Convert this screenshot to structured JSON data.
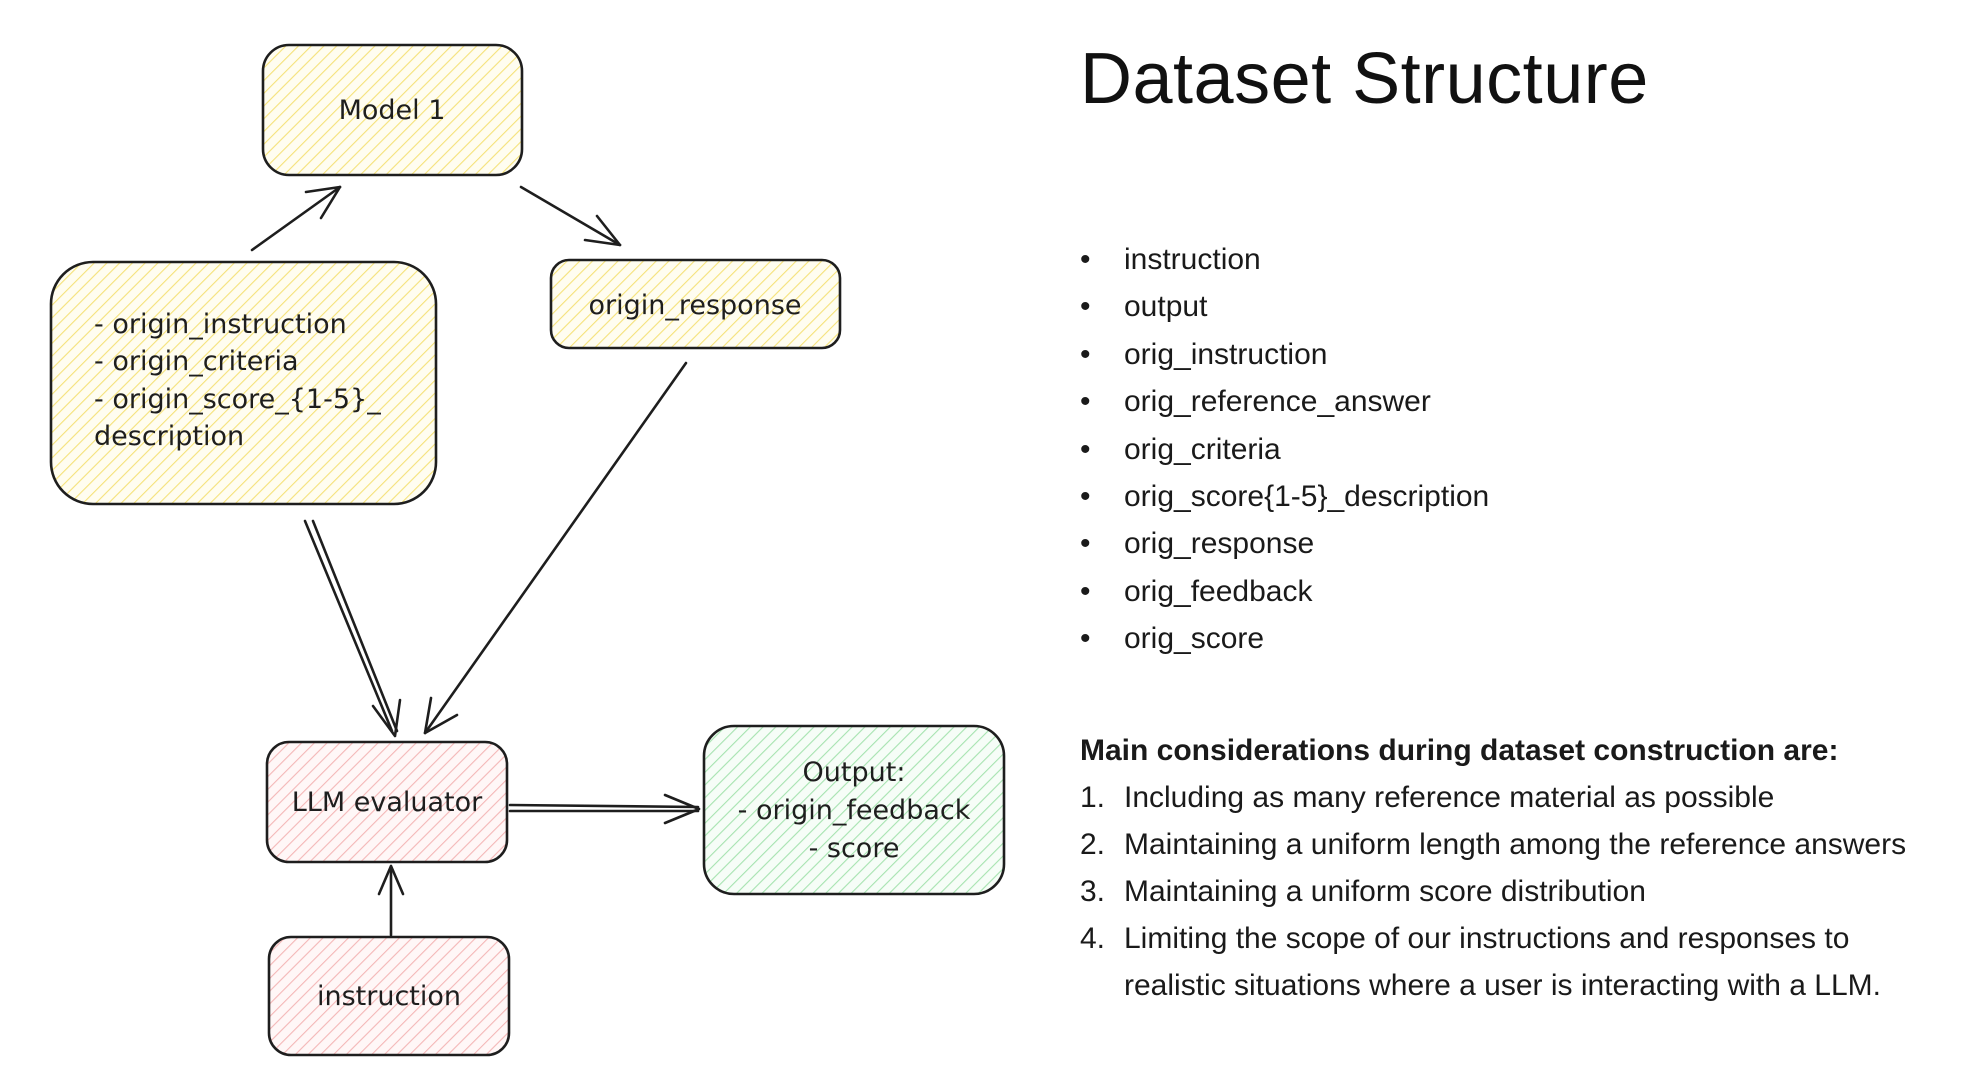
{
  "diagram": {
    "nodes": {
      "model": {
        "lines": [
          "Model 1"
        ],
        "fill": "#fff3bf"
      },
      "origin_inputs": {
        "lines": [
          "- origin_instruction",
          "- origin_criteria",
          "- origin_score_{1-5}_",
          "description"
        ],
        "fill": "#fff3bf"
      },
      "origin_response": {
        "lines": [
          "origin_response"
        ],
        "fill": "#fff3bf"
      },
      "evaluator": {
        "lines": [
          "LLM evaluator"
        ],
        "fill": "#ffc9c9"
      },
      "output": {
        "lines": [
          "Output:",
          "- origin_feedback",
          "- score"
        ],
        "fill": "#b2f2bb"
      },
      "instruction": {
        "lines": [
          "instruction"
        ],
        "fill": "#ffc9c9"
      }
    },
    "stroke_color": "#1e1e1e"
  },
  "panel": {
    "title": "Dataset Structure",
    "bullet_symbol": "•",
    "fields": [
      "instruction",
      "output",
      "orig_instruction",
      "orig_reference_answer",
      "orig_criteria",
      "orig_score{1-5}_description",
      "orig_response",
      "orig_feedback",
      "orig_score"
    ],
    "considerations_heading": "Main considerations during dataset construction are:",
    "considerations": [
      {
        "num": "1.",
        "text": "Including as many reference material as possible"
      },
      {
        "num": "2.",
        "text": "Maintaining a uniform length among the reference answers"
      },
      {
        "num": "3.",
        "text": "Maintaining a uniform score distribution"
      },
      {
        "num": "4.",
        "text": "Limiting the scope of our instructions and responses to realistic situations where a user is interacting with a LLM."
      }
    ]
  }
}
